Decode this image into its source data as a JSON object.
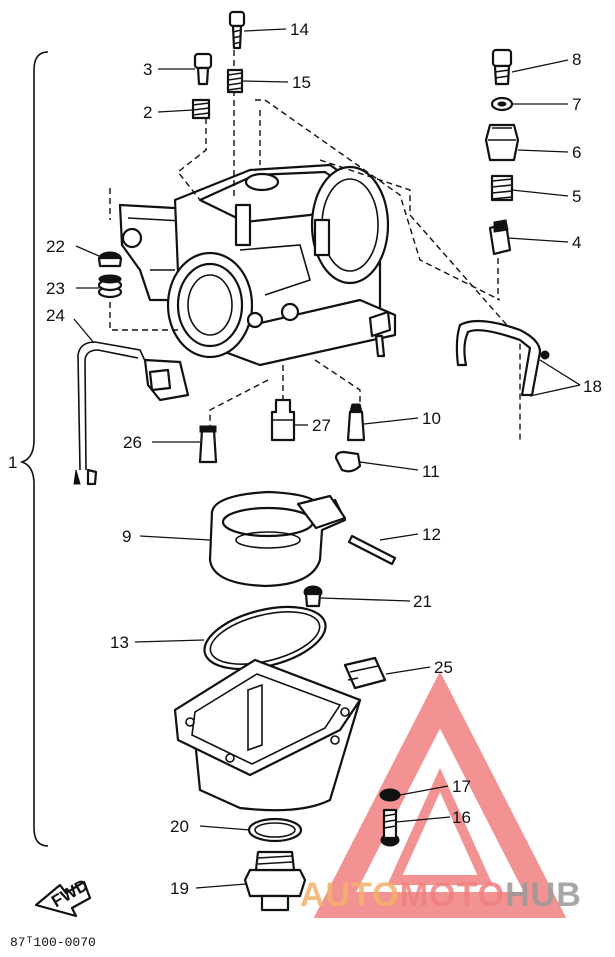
{
  "diagram": {
    "group_label": "1",
    "drawing_code": "87ᵀ100-0070",
    "direction_arrow": "FWD",
    "callouts": [
      "2",
      "3",
      "4",
      "5",
      "6",
      "7",
      "8",
      "9",
      "10",
      "11",
      "12",
      "13",
      "14",
      "15",
      "16",
      "17",
      "18",
      "19",
      "20",
      "21",
      "22",
      "23",
      "24",
      "25",
      "26",
      "27"
    ]
  },
  "watermark": {
    "text_part1": "AUTO",
    "text_part2": "MOTO",
    "text_part3": "HUB",
    "colors": {
      "part1": "#f2b26a",
      "part2": "#f08080",
      "part3": "#9a9a9a",
      "triangle": "#e83a3a"
    }
  }
}
